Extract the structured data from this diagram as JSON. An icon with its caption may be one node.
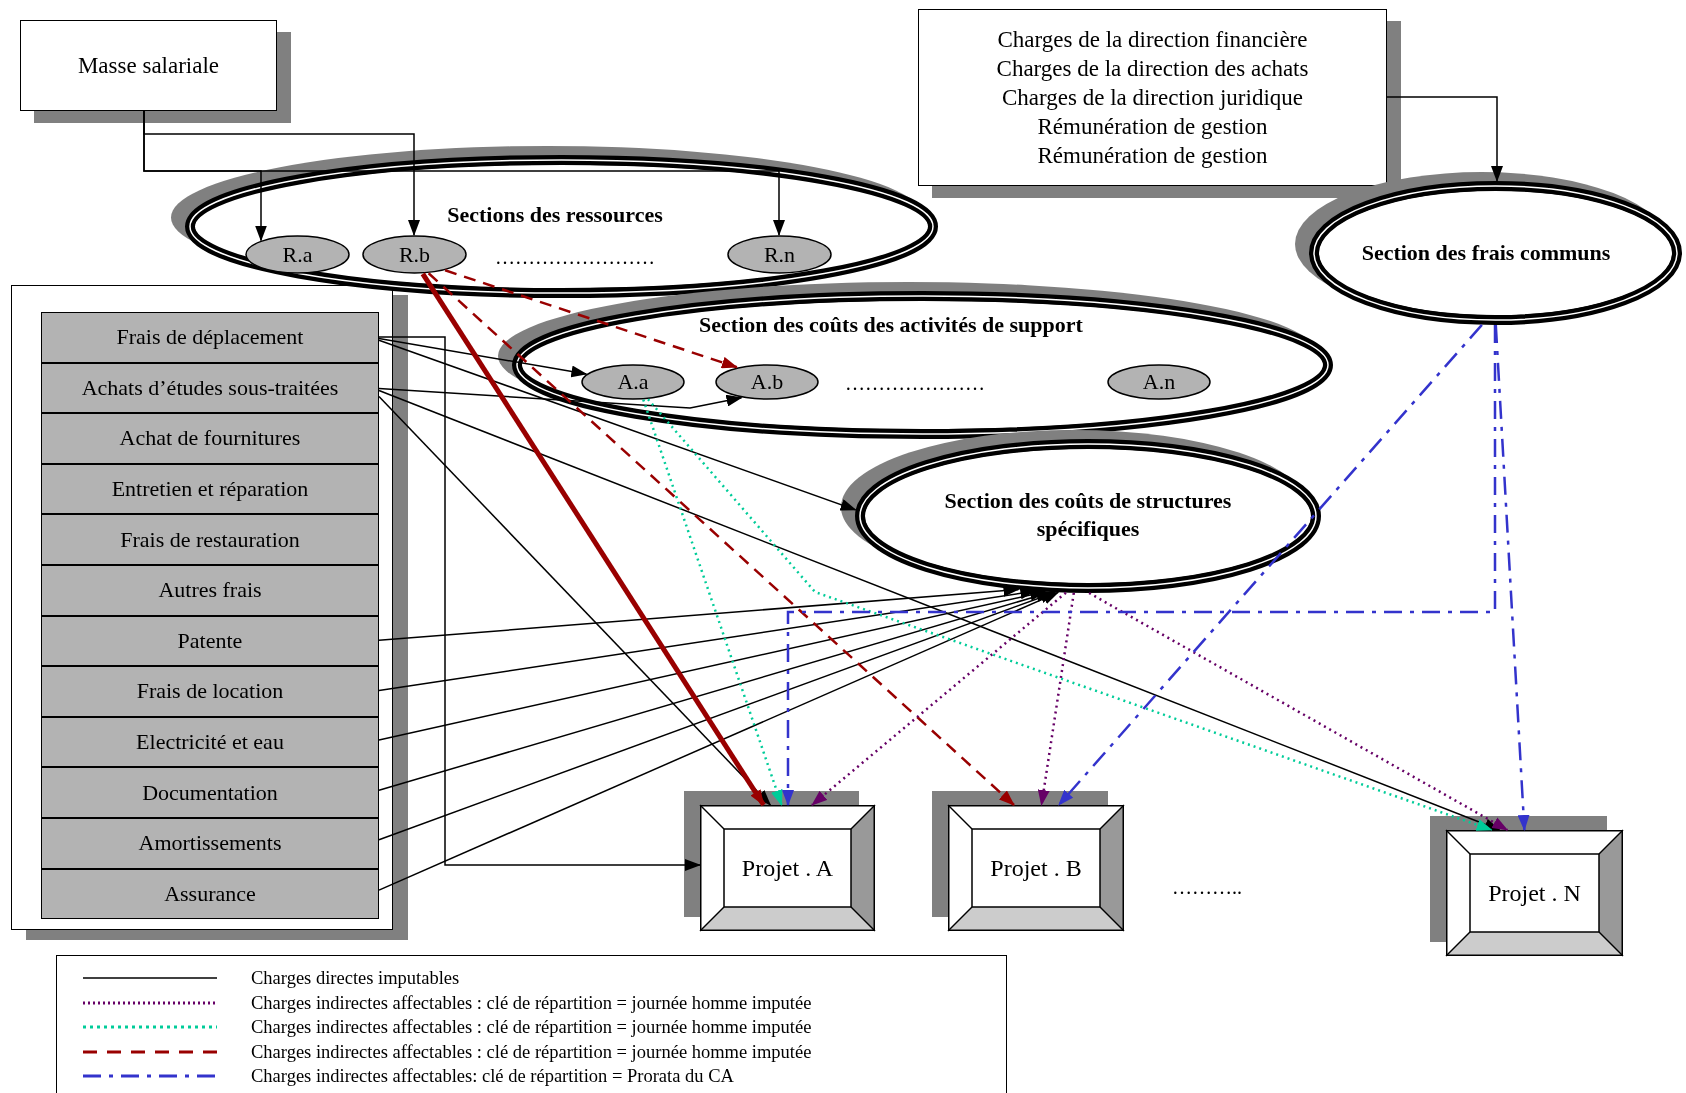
{
  "diagram": {
    "nodes": [
      {
        "text": [
          "Masse salariale"
        ]
      },
      {
        "text": [
          "Sections des ressources"
        ]
      },
      {
        "text": [
          "R.a"
        ],
        "in": 1
      },
      {
        "text": [
          "R.b"
        ],
        "in": 1
      },
      {
        "text": [
          "R.n"
        ],
        "in": 1
      },
      {
        "text": [
          "Charges de la direction financière",
          "Charges de la direction des achats",
          "Charges de la direction juridique",
          "Rémunération de gestion",
          "Rémunération de gestion"
        ]
      },
      {
        "text": [
          "Section des frais communs"
        ]
      },
      {
        "text": [
          "Frais de déplacement"
        ]
      },
      {
        "text": [
          "Achats d’études sous-traitées"
        ]
      },
      {
        "text": [
          "Achat de fournitures"
        ]
      },
      {
        "text": [
          "Entretien et réparation"
        ]
      },
      {
        "text": [
          "Frais de restauration"
        ]
      },
      {
        "text": [
          "Autres frais"
        ]
      },
      {
        "text": [
          "Patente"
        ]
      },
      {
        "text": [
          "Frais de location"
        ]
      },
      {
        "text": [
          "Electricité et eau"
        ]
      },
      {
        "text": [
          "Documentation"
        ]
      },
      {
        "text": [
          "Amortissements"
        ]
      },
      {
        "text": [
          "Assurance"
        ]
      },
      {
        "text": [
          "Section des coûts des activités de support"
        ]
      },
      {
        "text": [
          "A.a"
        ],
        "in": 19
      },
      {
        "text": [
          "A.b"
        ],
        "in": 19
      },
      {
        "text": [
          "A.n"
        ],
        "in": 19
      },
      {
        "text": [
          "Section des coûts de structures spécifiques"
        ]
      },
      {
        "text": [
          "Projet . A"
        ]
      },
      {
        "text": [
          "Projet . B"
        ]
      },
      {
        "text": [
          "Projet . N"
        ]
      }
    ],
    "edges": [
      {
        "from": 0,
        "to": 2,
        "arrow": "to"
      },
      {
        "from": 0,
        "to": 3,
        "arrow": "to"
      },
      {
        "from": 0,
        "to": 4,
        "arrow": "to"
      },
      {
        "from": 5,
        "to": 6,
        "arrow": "to"
      },
      {
        "from": 7,
        "to": 20,
        "arrow": "to"
      },
      {
        "from": 7,
        "to": 23,
        "arrow": "to"
      },
      {
        "from": 7,
        "to": 24,
        "arrow": "to"
      },
      {
        "from": 8,
        "to": 21,
        "arrow": "to"
      },
      {
        "from": 8,
        "to": 24,
        "arrow": "to"
      },
      {
        "from": 8,
        "to": 26,
        "arrow": "to"
      },
      {
        "from": 13,
        "to": 23,
        "arrow": "to"
      },
      {
        "from": 14,
        "to": 23,
        "arrow": "to"
      },
      {
        "from": 15,
        "to": 23,
        "arrow": "to"
      },
      {
        "from": 16,
        "to": 23,
        "arrow": "to"
      },
      {
        "from": 17,
        "to": 23,
        "arrow": "to"
      },
      {
        "from": 18,
        "to": 23,
        "arrow": "to"
      },
      {
        "from": 3,
        "to": 21,
        "arrow": "to",
        "style": "dashed",
        "color": "#990000"
      },
      {
        "from": 3,
        "to": 24,
        "arrow": "to",
        "style": "thick",
        "color": "#990000"
      },
      {
        "from": 3,
        "to": 25,
        "arrow": "to",
        "style": "dashed",
        "color": "#990000"
      },
      {
        "from": 20,
        "to": 24,
        "arrow": "to",
        "style": "dashed",
        "color": "#00cc99"
      },
      {
        "from": 20,
        "to": 26,
        "arrow": "to",
        "style": "dashed",
        "color": "#00cc99"
      },
      {
        "from": 23,
        "to": 24,
        "arrow": "to",
        "style": "dashed",
        "color": "#660066"
      },
      {
        "from": 23,
        "to": 25,
        "arrow": "to",
        "style": "dashed",
        "color": "#660066"
      },
      {
        "from": 23,
        "to": 26,
        "arrow": "to",
        "style": "dashed",
        "color": "#660066"
      },
      {
        "from": 6,
        "to": 24,
        "arrow": "to",
        "style": "dashed",
        "color": "#3333cc"
      },
      {
        "from": 6,
        "to": 25,
        "arrow": "to",
        "style": "dashed",
        "color": "#3333cc"
      },
      {
        "from": 6,
        "to": 26,
        "arrow": "to",
        "style": "dashed",
        "color": "#3333cc"
      }
    ],
    "labels": [
      "……………………",
      "…………………",
      "……….."
    ],
    "legend": [
      {
        "text": "Charges directes imputables"
      },
      {
        "text": "Charges indirectes affectables : clé de répartition = journée homme imputée"
      },
      {
        "text": "Charges indirectes affectables : clé de répartition = journée homme imputée"
      },
      {
        "text": "Charges indirectes affectables : clé de répartition = journée homme imputée"
      },
      {
        "text": "Charges indirectes affectables: clé de répartition = Prorata du CA"
      }
    ]
  }
}
